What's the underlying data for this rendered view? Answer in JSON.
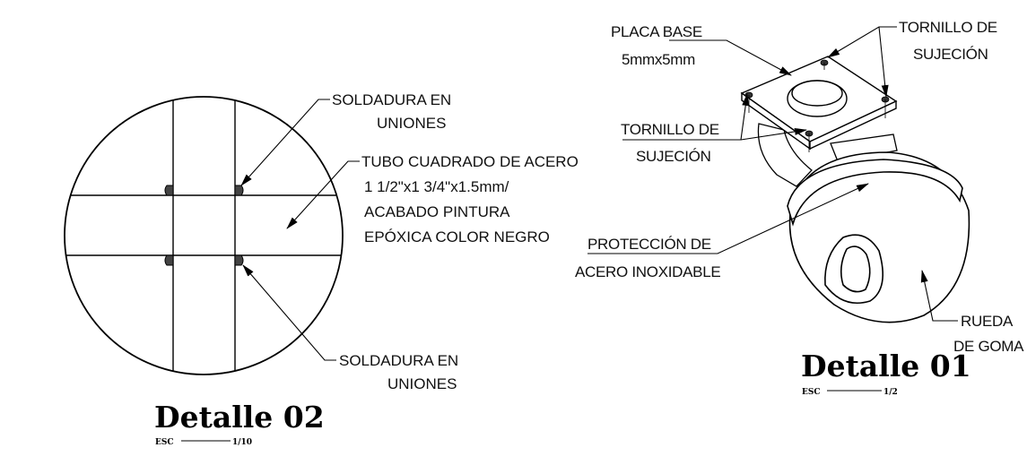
{
  "detalle_02": {
    "title": "Detalle 02",
    "scale_prefix": "ESC",
    "scale_value": "1/10",
    "label_top": {
      "line1": "SOLDADURA EN",
      "line2": "UNIONES"
    },
    "label_tube": {
      "line1": "TUBO CUADRADO DE ACERO",
      "line2": "1 1/2\"x1 3/4\"x1.5mm/",
      "line3": "ACABADO PINTURA",
      "line4": "EPÓXICA COLOR NEGRO"
    },
    "label_bottom": {
      "line1": "SOLDADURA EN",
      "line2": "UNIONES"
    }
  },
  "detalle_01": {
    "title": "Detalle 01",
    "scale_prefix": "ESC",
    "scale_value": "1/2",
    "label_placa": {
      "line1": "PLACA BASE",
      "line2": "5mmx5mm"
    },
    "label_tornillo_right": {
      "line1": "TORNILLO DE",
      "line2": "SUJECIÓN"
    },
    "label_tornillo_left": {
      "line1": "TORNILLO DE",
      "line2": "SUJECIÓN"
    },
    "label_proteccion": {
      "line1": "PROTECCIÓN DE",
      "line2": "ACERO INOXIDABLE"
    },
    "label_rueda": {
      "line1": "RUEDA",
      "line2": "DE GOMA"
    }
  }
}
